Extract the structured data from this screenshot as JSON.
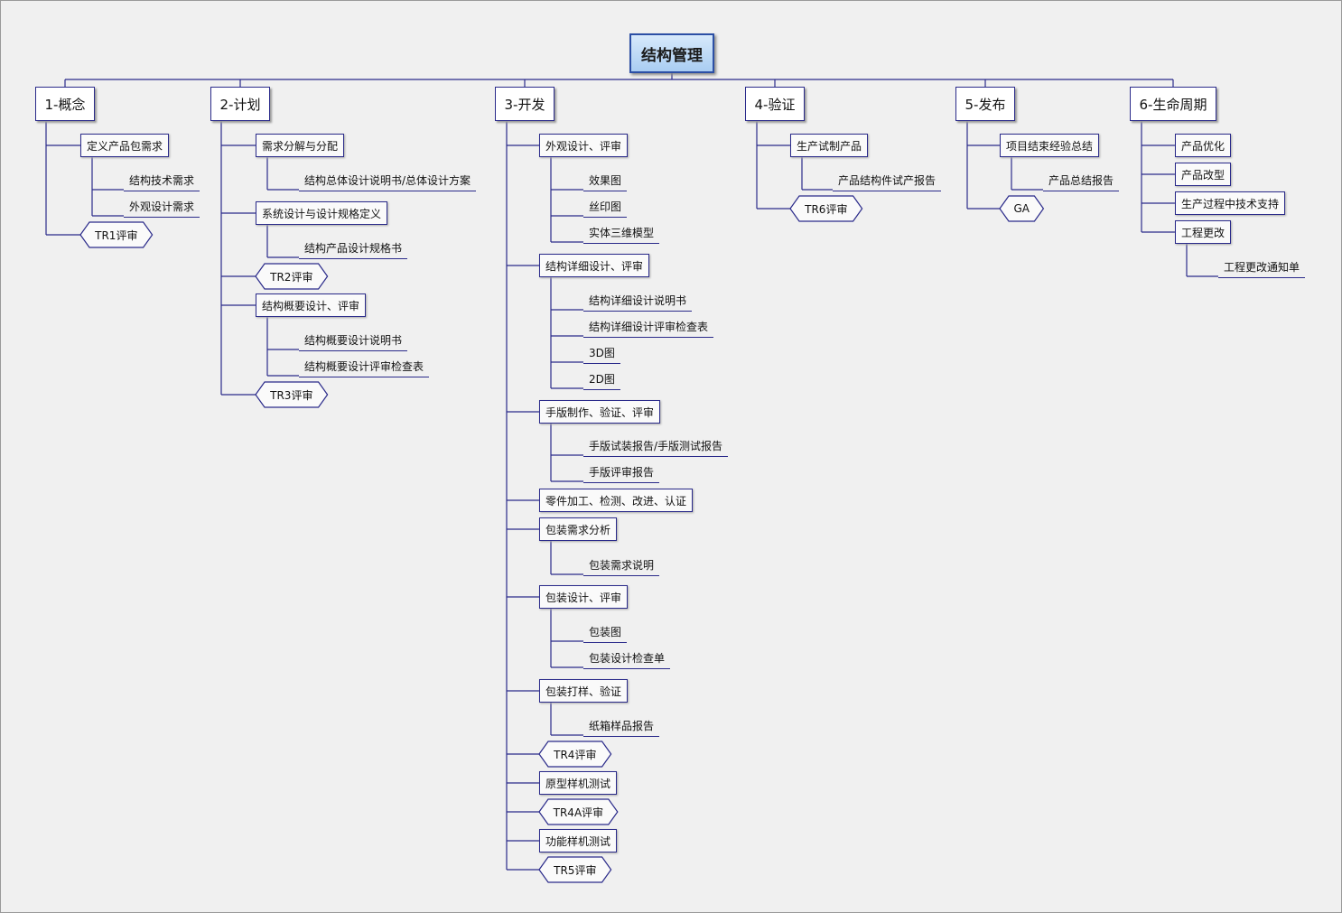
{
  "root": {
    "label": "结构管理"
  },
  "phases": [
    {
      "label": "1-概念",
      "items": [
        {
          "label": "定义产品包需求",
          "shape": "box",
          "children": [
            "结构技术需求",
            "外观设计需求"
          ]
        },
        {
          "label": "TR1评审",
          "shape": "hex",
          "children": []
        }
      ]
    },
    {
      "label": "2-计划",
      "items": [
        {
          "label": "需求分解与分配",
          "shape": "box",
          "children": [
            "结构总体设计说明书/总体设计方案"
          ]
        },
        {
          "label": "系统设计与设计规格定义",
          "shape": "box",
          "children": [
            "结构产品设计规格书"
          ]
        },
        {
          "label": "TR2评审",
          "shape": "hex",
          "children": []
        },
        {
          "label": "结构概要设计、评审",
          "shape": "box",
          "children": [
            "结构概要设计说明书",
            "结构概要设计评审检查表"
          ]
        },
        {
          "label": "TR3评审",
          "shape": "hex",
          "children": []
        }
      ]
    },
    {
      "label": "3-开发",
      "items": [
        {
          "label": "外观设计、评审",
          "shape": "box",
          "children": [
            "效果图",
            "丝印图",
            "实体三维模型"
          ]
        },
        {
          "label": "结构详细设计、评审",
          "shape": "box",
          "children": [
            "结构详细设计说明书",
            "结构详细设计评审检查表",
            "3D图",
            "2D图"
          ]
        },
        {
          "label": "手版制作、验证、评审",
          "shape": "box",
          "children": [
            "手版试装报告/手版测试报告",
            "手版评审报告"
          ]
        },
        {
          "label": "零件加工、检测、改进、认证",
          "shape": "box",
          "children": []
        },
        {
          "label": "包装需求分析",
          "shape": "box",
          "children": [
            "包装需求说明"
          ]
        },
        {
          "label": "包装设计、评审",
          "shape": "box",
          "children": [
            "包装图",
            "包装设计检查单"
          ]
        },
        {
          "label": "包装打样、验证",
          "shape": "box",
          "children": [
            "纸箱样品报告"
          ]
        },
        {
          "label": "TR4评审",
          "shape": "hex",
          "children": []
        },
        {
          "label": "原型样机测试",
          "shape": "box",
          "children": []
        },
        {
          "label": "TR4A评审",
          "shape": "hex",
          "children": []
        },
        {
          "label": "功能样机测试",
          "shape": "box",
          "children": []
        },
        {
          "label": "TR5评审",
          "shape": "hex",
          "children": []
        }
      ]
    },
    {
      "label": "4-验证",
      "items": [
        {
          "label": "生产试制产品",
          "shape": "box",
          "children": [
            "产品结构件试产报告"
          ]
        },
        {
          "label": "TR6评审",
          "shape": "hex",
          "children": []
        }
      ]
    },
    {
      "label": "5-发布",
      "items": [
        {
          "label": "项目结束经验总结",
          "shape": "box",
          "children": [
            "产品总结报告"
          ]
        },
        {
          "label": "GA",
          "shape": "hex",
          "children": []
        }
      ]
    },
    {
      "label": "6-生命周期",
      "items": [
        {
          "label": "产品优化",
          "shape": "box",
          "children": []
        },
        {
          "label": "产品改型",
          "shape": "box",
          "children": []
        },
        {
          "label": "生产过程中技术支持",
          "shape": "box",
          "children": []
        },
        {
          "label": "工程更改",
          "shape": "box",
          "children": [
            "工程更改通知单"
          ]
        }
      ]
    }
  ],
  "colors": {
    "line": "#2a2a8a",
    "root_fill": "#a9cdf2",
    "background": "#f0f0f0"
  }
}
